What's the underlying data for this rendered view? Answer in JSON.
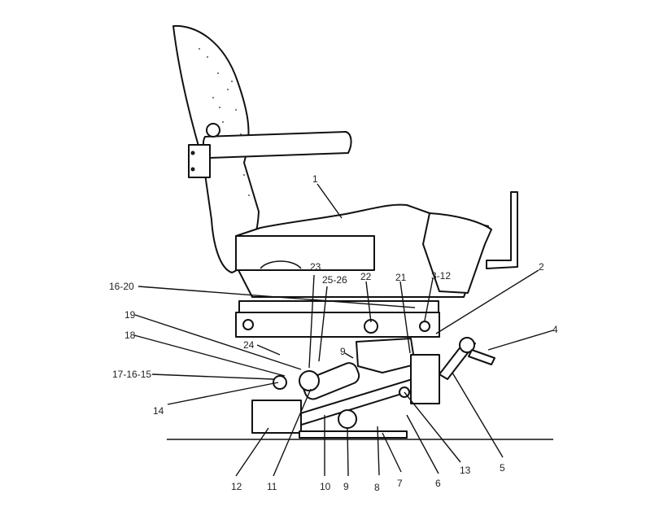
{
  "figure": {
    "subject": "seat-assembly-exploded-callouts"
  },
  "callouts": [
    {
      "id": "c1",
      "text": "1"
    },
    {
      "id": "c2",
      "text": "2"
    },
    {
      "id": "c3-12",
      "text": "3-12"
    },
    {
      "id": "c4",
      "text": "4"
    },
    {
      "id": "c5",
      "text": "5"
    },
    {
      "id": "c6",
      "text": "6"
    },
    {
      "id": "c7",
      "text": "7"
    },
    {
      "id": "c8",
      "text": "8"
    },
    {
      "id": "c9a",
      "text": "9"
    },
    {
      "id": "c9b",
      "text": "9"
    },
    {
      "id": "c10",
      "text": "10"
    },
    {
      "id": "c11",
      "text": "11"
    },
    {
      "id": "c12",
      "text": "12"
    },
    {
      "id": "c13",
      "text": "13"
    },
    {
      "id": "c14",
      "text": "14"
    },
    {
      "id": "c16-20",
      "text": "16-20"
    },
    {
      "id": "c17-16-15",
      "text": "17-16-15"
    },
    {
      "id": "c18",
      "text": "18"
    },
    {
      "id": "c19",
      "text": "19"
    },
    {
      "id": "c21",
      "text": "21"
    },
    {
      "id": "c22",
      "text": "22"
    },
    {
      "id": "c23",
      "text": "23"
    },
    {
      "id": "c24",
      "text": "24"
    },
    {
      "id": "c25-26",
      "text": "25-26"
    }
  ]
}
